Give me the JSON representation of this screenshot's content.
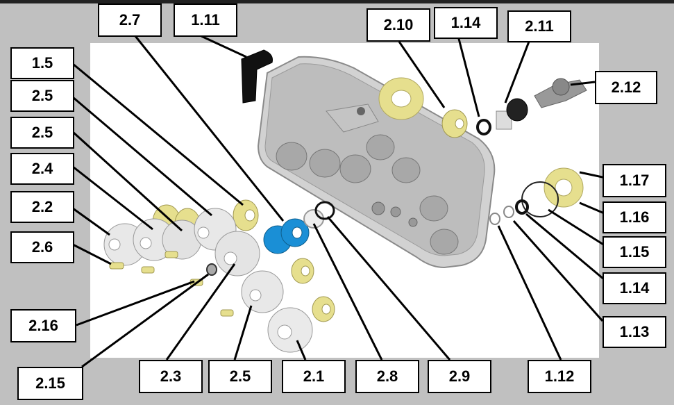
{
  "colors": {
    "background": "#c0c0c0",
    "canvas": "#ffffff",
    "housing": "#c8c8c8",
    "bearing_yellow": "#e6df8e",
    "spacer_blue": "#1a8fd6",
    "leader": "#000000"
  },
  "labels": {
    "l_2_7": "2.7",
    "l_1_11": "1.11",
    "l_2_10": "2.10",
    "l_1_14_top": "1.14",
    "l_2_11": "2.11",
    "l_2_12": "2.12",
    "l_1_5": "1.5",
    "l_2_5_a": "2.5",
    "l_2_5_b": "2.5",
    "l_2_4": "2.4",
    "l_2_2": "2.2",
    "l_2_6": "2.6",
    "l_1_17": "1.17",
    "l_1_16": "1.16",
    "l_1_15": "1.15",
    "l_1_14_right": "1.14",
    "l_1_13": "1.13",
    "l_2_16": "2.16",
    "l_2_15": "2.15",
    "l_2_3": "2.3",
    "l_2_5_c": "2.5",
    "l_2_1": "2.1",
    "l_2_8": "2.8",
    "l_2_9": "2.9",
    "l_1_12": "1.12"
  }
}
